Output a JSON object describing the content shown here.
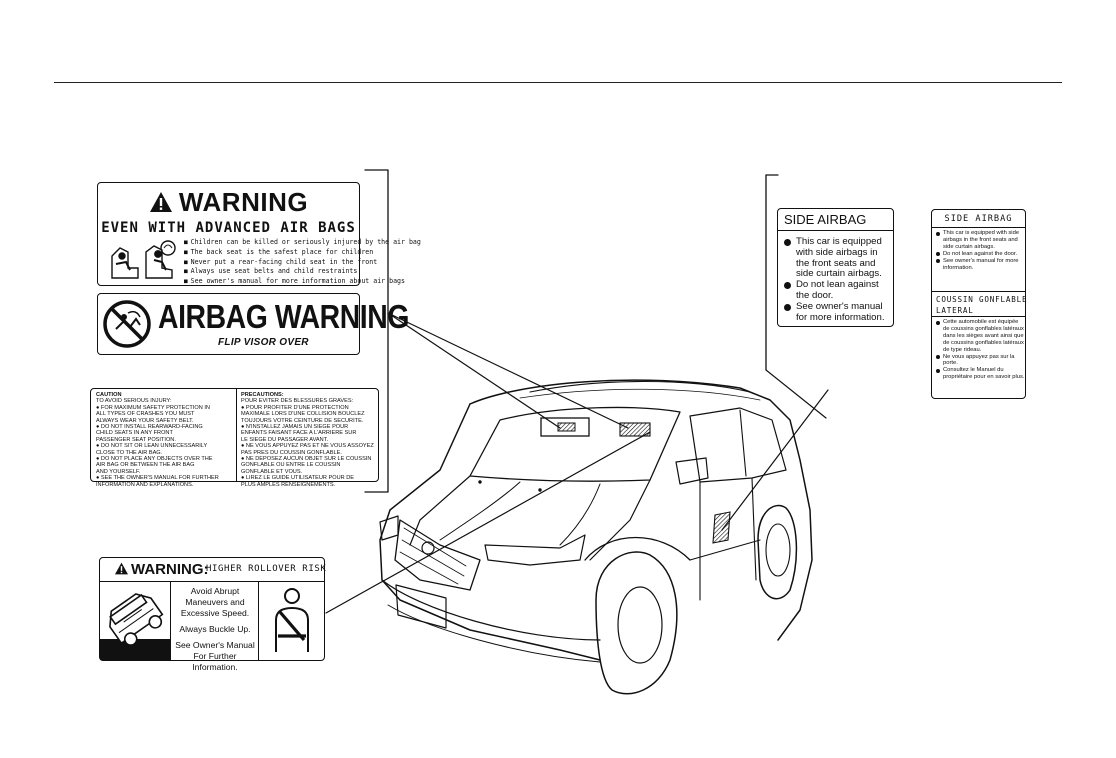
{
  "labels": {
    "warning": {
      "title": "WARNING",
      "subtitle": "EVEN WITH ADVANCED AIR BAGS",
      "items": [
        "Children can be killed or seriously injured by the air bag",
        "The back seat is the safest place for children",
        "Never put a rear-facing child seat in the front",
        "Always use seat belts and child restraints",
        "See owner's manual for more information about air bags"
      ]
    },
    "visor": {
      "title": "AIRBAG WARNING",
      "subtitle": "FLIP VISOR OVER"
    },
    "caution": {
      "left_heading": "CAUTION",
      "left_lines": [
        "TO AVOID SERIOUS INJURY:",
        "● FOR MAXIMUM SAFETY PROTECTION IN",
        "  ALL TYPES OF CRASHES YOU MUST",
        "  ALWAYS WEAR YOUR SAFETY BELT.",
        "● DO NOT INSTALL REARWARD-FACING",
        "  CHILD SEATS IN ANY FRONT",
        "  PASSENGER SEAT POSITION.",
        "● DO NOT SIT OR LEAN UNNECESSARILY",
        "  CLOSE TO THE AIR BAG.",
        "● DO NOT PLACE ANY OBJECTS OVER THE",
        "  AIR BAG OR BETWEEN THE AIR BAG",
        "  AND YOURSELF.",
        "● SEE THE OWNER'S MANUAL FOR FURTHER",
        "  INFORMATION AND EXPLANATIONS."
      ],
      "right_heading": "PRECAUTIONS:",
      "right_lines": [
        "POUR EVITER DES BLESSURES GRAVES:",
        "● POUR PROFITER D'UNE PROTECTION",
        "  MAXIMALE LORS D'UNE COLLISION BOUCLEZ",
        "  TOUJOURS VOTRE CEINTURE DE SECURITE.",
        "● N'INSTALLEZ JAMAIS UN SIEGE POUR",
        "  ENFANTS FAISANT FACE A L'ARRIERE SUR",
        "  LE SIEGE DU PASSAGER AVANT.",
        "● NE VOUS APPUYEZ PAS ET NE VOUS ASSOYEZ",
        "  PAS PRES DU COUSSIN GONFLABLE.",
        "● NE DEPOSEZ AUCUN OBJET SUR LE COUSSIN",
        "  GONFLABLE OU ENTRE LE COUSSIN",
        "  GONFLABLE ET VOUS.",
        "● LIREZ LE GUIDE UTILISATEUR POUR DE",
        "  PLUS AMPLES RENSEIGNEMENTS."
      ]
    },
    "side_airbag_en": {
      "title": "SIDE AIRBAG",
      "items": [
        "This car is equipped with side airbags in the front seats and side curtain airbags.",
        "Do not lean against the door.",
        "See owner's manual for more information."
      ]
    },
    "side_airbag_bilingual": {
      "title_en": "SIDE AIRBAG",
      "items_en": [
        "This car is equipped with side airbags in the front seats and side curtain airbags.",
        "Do not lean against the door.",
        "See owner's manual for more information."
      ],
      "title_fr_line1": "COUSSIN  GONFLABLE",
      "title_fr_line2": "LATERAL",
      "items_fr": [
        "Cette automobile est équipée de coussins gonflables latéraux dans les sièges avant ainsi que de coussins gonflables latéraux de type rideau.",
        "Ne vous appuyez pas sur la porte.",
        "Consultez le Manuel du propriétaire pour en savoir plus."
      ]
    },
    "rollover": {
      "warning": "WARNING:",
      "risk": "HIGHER ROLLOVER RISK",
      "lines": [
        "Avoid Abrupt Maneuvers and Excessive Speed.",
        "Always Buckle Up.",
        "See Owner's Manual For Further Information."
      ]
    }
  },
  "colors": {
    "ink": "#111111",
    "paper": "#ffffff"
  },
  "icons": [
    "warning-triangle-icon",
    "child-seat-icon",
    "no-airbag-child-icon",
    "rollover-car-icon",
    "seatbelt-icon",
    "vehicle-illustration"
  ]
}
